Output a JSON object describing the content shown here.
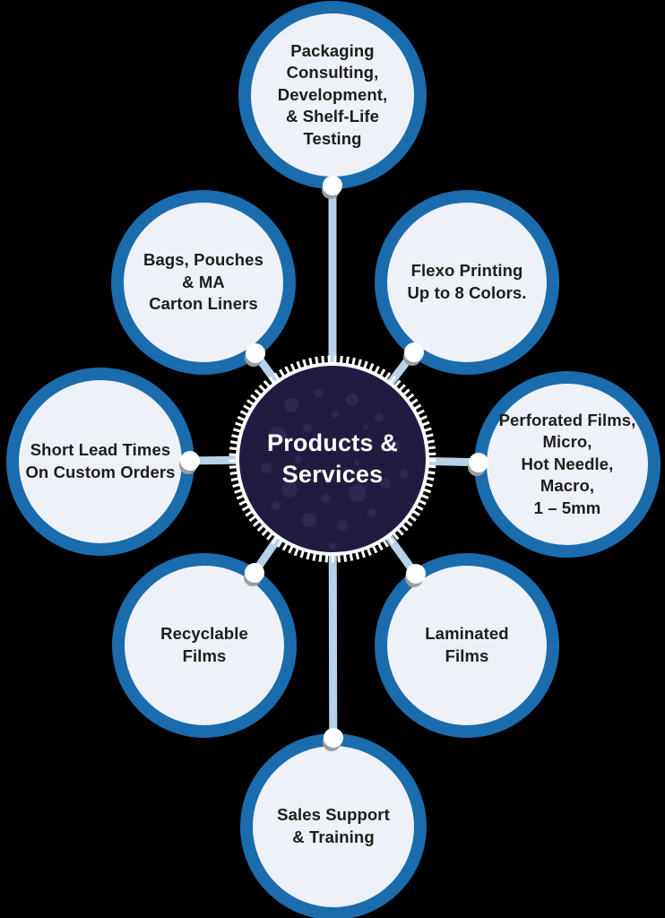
{
  "diagram": {
    "title": "Products & Services",
    "hub": {
      "label": "Products &\nServices"
    },
    "nodes": [
      {
        "id": "packaging-consulting",
        "position": "top",
        "label": "Packaging\nConsulting,\nDevelopment,\n& Shelf-Life\nTesting"
      },
      {
        "id": "flexo-printing",
        "position": "top-right",
        "label": "Flexo Printing\nUp to 8 Colors."
      },
      {
        "id": "perforated-films",
        "position": "right",
        "label": "Perforated Films,\nMicro,\nHot Needle,\nMacro,\n1 – 5mm"
      },
      {
        "id": "laminated-films",
        "position": "bottom-right",
        "label": "Laminated\nFilms"
      },
      {
        "id": "sales-support",
        "position": "bottom",
        "label": "Sales Support\n& Training"
      },
      {
        "id": "recyclable-films",
        "position": "bottom-left",
        "label": "Recyclable\nFilms"
      },
      {
        "id": "short-lead-times",
        "position": "left",
        "label": "Short Lead Times\nOn Custom Orders"
      },
      {
        "id": "bags-pouches",
        "position": "top-left",
        "label": "Bags, Pouches\n& MA\nCarton Liners"
      }
    ],
    "colors": {
      "ring": "#1a6cad",
      "node_fill": "#eef1f7",
      "connector": "#b7d1e7",
      "hub_fill": "#221b41",
      "hub_dot": "#2e2753",
      "hub_text": "#ffffff",
      "node_text": "#1d1d1b",
      "bg": "#000000"
    }
  }
}
